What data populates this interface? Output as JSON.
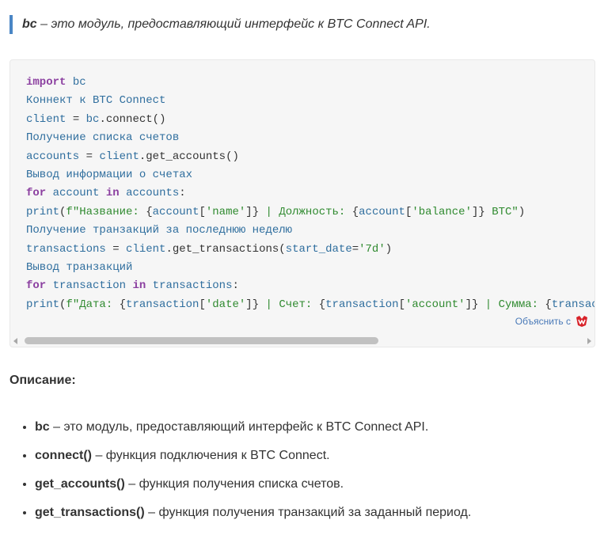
{
  "quote": {
    "term": "bc",
    "text": " – это модуль, предоставляющий интерфейс к BTC Connect API."
  },
  "code": {
    "lines": [
      [
        {
          "c": "kw",
          "t": "import"
        },
        {
          "c": "fn",
          "t": " "
        },
        {
          "c": "nm",
          "t": "bc"
        }
      ],
      [
        {
          "c": "cm",
          "t": "Коннект к BTC Connect"
        }
      ],
      [
        {
          "c": "nm",
          "t": "client"
        },
        {
          "c": "fn",
          "t": " = "
        },
        {
          "c": "nm",
          "t": "bc"
        },
        {
          "c": "fn",
          "t": ".connect()"
        }
      ],
      [
        {
          "c": "cm",
          "t": "Получение списка счетов"
        }
      ],
      [
        {
          "c": "nm",
          "t": "accounts"
        },
        {
          "c": "fn",
          "t": " = "
        },
        {
          "c": "nm",
          "t": "client"
        },
        {
          "c": "fn",
          "t": ".get_accounts()"
        }
      ],
      [
        {
          "c": "cm",
          "t": "Вывод информации о счетах"
        }
      ],
      [
        {
          "c": "kw",
          "t": "for"
        },
        {
          "c": "fn",
          "t": " "
        },
        {
          "c": "nm",
          "t": "account"
        },
        {
          "c": "fn",
          "t": " "
        },
        {
          "c": "kw",
          "t": "in"
        },
        {
          "c": "fn",
          "t": " "
        },
        {
          "c": "nm",
          "t": "accounts"
        },
        {
          "c": "fn",
          "t": ":"
        }
      ],
      [
        {
          "c": "nm",
          "t": "print"
        },
        {
          "c": "fn",
          "t": "("
        },
        {
          "c": "st",
          "t": "f\"Название: "
        },
        {
          "c": "fn",
          "t": "{"
        },
        {
          "c": "nm",
          "t": "account"
        },
        {
          "c": "fn",
          "t": "["
        },
        {
          "c": "st",
          "t": "'name'"
        },
        {
          "c": "fn",
          "t": "]}"
        },
        {
          "c": "st",
          "t": " | Должность: "
        },
        {
          "c": "fn",
          "t": "{"
        },
        {
          "c": "nm",
          "t": "account"
        },
        {
          "c": "fn",
          "t": "["
        },
        {
          "c": "st",
          "t": "'balance'"
        },
        {
          "c": "fn",
          "t": "]}"
        },
        {
          "c": "st",
          "t": " BTC\""
        },
        {
          "c": "fn",
          "t": ")"
        }
      ],
      [
        {
          "c": "cm",
          "t": "Получение транзакций за последнюю неделю"
        }
      ],
      [
        {
          "c": "nm",
          "t": "transactions"
        },
        {
          "c": "fn",
          "t": " = "
        },
        {
          "c": "nm",
          "t": "client"
        },
        {
          "c": "fn",
          "t": ".get_transactions("
        },
        {
          "c": "nm",
          "t": "start_date"
        },
        {
          "c": "fn",
          "t": "="
        },
        {
          "c": "st",
          "t": "'7d'"
        },
        {
          "c": "fn",
          "t": ")"
        }
      ],
      [
        {
          "c": "cm",
          "t": "Вывод транзакций"
        }
      ],
      [
        {
          "c": "kw",
          "t": "for"
        },
        {
          "c": "fn",
          "t": " "
        },
        {
          "c": "nm",
          "t": "transaction"
        },
        {
          "c": "fn",
          "t": " "
        },
        {
          "c": "kw",
          "t": "in"
        },
        {
          "c": "fn",
          "t": " "
        },
        {
          "c": "nm",
          "t": "transactions"
        },
        {
          "c": "fn",
          "t": ":"
        }
      ],
      [
        {
          "c": "nm",
          "t": "print"
        },
        {
          "c": "fn",
          "t": "("
        },
        {
          "c": "st",
          "t": "f\"Дата: "
        },
        {
          "c": "fn",
          "t": "{"
        },
        {
          "c": "nm",
          "t": "transaction"
        },
        {
          "c": "fn",
          "t": "["
        },
        {
          "c": "st",
          "t": "'date'"
        },
        {
          "c": "fn",
          "t": "]}"
        },
        {
          "c": "st",
          "t": " | Счет: "
        },
        {
          "c": "fn",
          "t": "{"
        },
        {
          "c": "nm",
          "t": "transaction"
        },
        {
          "c": "fn",
          "t": "["
        },
        {
          "c": "st",
          "t": "'account'"
        },
        {
          "c": "fn",
          "t": "]}"
        },
        {
          "c": "st",
          "t": " | Сумма: "
        },
        {
          "c": "fn",
          "t": "{"
        },
        {
          "c": "nm",
          "t": "transac"
        }
      ]
    ],
    "explain_label": "Объяснить с",
    "explain_icon": "brand-logo-icon"
  },
  "description": {
    "heading": "Описание:",
    "items": [
      {
        "term": "bc",
        "text": " – это модуль, предоставляющий интерфейс к BTC Connect API."
      },
      {
        "term": "connect()",
        "text": " – функция подключения к BTC Connect."
      },
      {
        "term": "get_accounts()",
        "text": " – функция получения списка счетов."
      },
      {
        "term": "get_transactions()",
        "text": " – функция получения транзакций за заданный период."
      }
    ]
  },
  "colors": {
    "accent": "#4a86c5",
    "keyword": "#8b3fa0",
    "name": "#2f6e9e",
    "string": "#2f8a2f"
  }
}
